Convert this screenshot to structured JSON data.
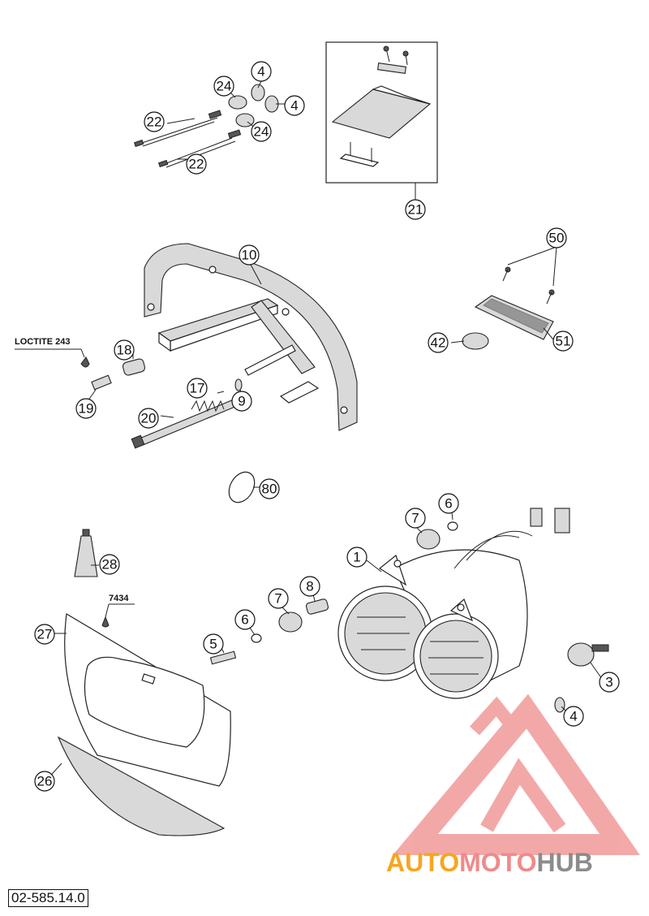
{
  "document_code": "02-585.14.0",
  "notes": {
    "loctite": "LOCTITE 243",
    "code_7434": "7434"
  },
  "watermark": {
    "part1": "AUTO",
    "part2": "MOTO",
    "part3": "HUB",
    "colors": {
      "orange": "#f5a623",
      "pink": "#f08a8a",
      "gray": "#8c8c8c",
      "triangle": "#f29a9a"
    }
  },
  "callouts": [
    "1",
    "3",
    "4",
    "4",
    "4",
    "5",
    "6",
    "6",
    "7",
    "7",
    "8",
    "9",
    "10",
    "17",
    "18",
    "19",
    "20",
    "21",
    "22",
    "22",
    "24",
    "24",
    "26",
    "27",
    "28",
    "42",
    "50",
    "51",
    "80"
  ]
}
